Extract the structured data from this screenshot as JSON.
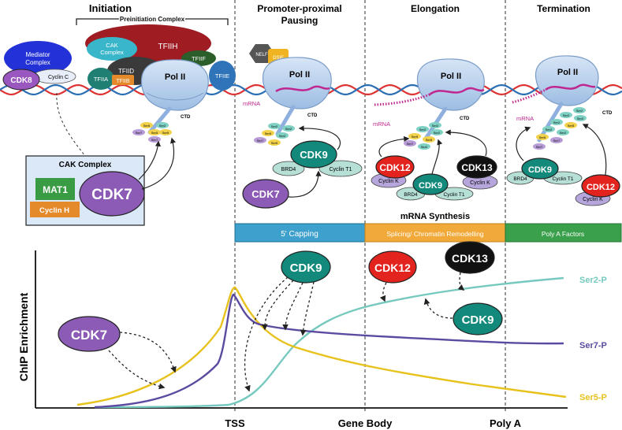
{
  "stages": {
    "initiation": "Initiation",
    "pausing": "Promoter-proximal Pausing",
    "pausing_line1": "Promoter-proximal",
    "pausing_line2": "Pausing",
    "elongation": "Elongation",
    "termination": "Termination"
  },
  "initiation": {
    "pic_label": "Preinitiation Complex",
    "mediator": "Mediator Complex",
    "mediator_line1": "Mediator",
    "mediator_line2": "Complex",
    "cdk8": "CDK8",
    "cyclin_c": "Cyclin C",
    "tfiih": "TFIIH",
    "cak_small": "CAK Complex",
    "cak_small_line1": "CAK",
    "cak_small_line2": "Complex",
    "tfiif": "TFIIF",
    "tfiid": "TFIID",
    "tfiia": "TFIIA",
    "tfiib": "TFIIB",
    "tfiie": "TFIIE",
    "pol": "Pol II",
    "ctd": "CTD",
    "cak_box_title": "CAK Complex",
    "mat1": "MAT1",
    "cyclin_h": "Cyclin H",
    "cdk7": "CDK7"
  },
  "pausing": {
    "nelf": "NELF",
    "dsif": "DSIF",
    "pol": "Pol II",
    "mrna": "mRNA",
    "ctd": "CTD",
    "cdk9": "CDK9",
    "brd4": "BRD4",
    "cyclin_t1": "Cyclin T1",
    "cdk7": "CDK7"
  },
  "elongation": {
    "pol": "Pol II",
    "mrna": "mRNA",
    "ctd": "CTD",
    "cdk12": "CDK12",
    "cyclin_k": "Cyclin K",
    "cdk13": "CDK13",
    "cyclin_k2": "Cyclin K",
    "cdk9": "CDK9",
    "brd4": "BRD4",
    "cyclin_t1": "Cyclin T1"
  },
  "termination": {
    "pol": "Pol II",
    "mrna": "mRNA",
    "ctd": "CTD",
    "cdk9": "CDK9",
    "brd4": "BRD4",
    "cyclin_t1": "Cyclin T1",
    "cdk12": "CDK12",
    "cyclin_k": "Cyclin K"
  },
  "ser_labels": {
    "ser2": "Ser2",
    "ser5": "Ser5",
    "ser7": "Ser7"
  },
  "mrna_synthesis": {
    "title": "mRNA Synthesis",
    "capping": "5' Capping",
    "splicing": "Splicing/ Chromatin Remodelling",
    "polya": "Poly A Factors"
  },
  "plot": {
    "ylabel": "ChIP Enrichment",
    "xticks": [
      "TSS",
      "Gene Body",
      "Poly A"
    ],
    "cdk7": "CDK7",
    "cdk9": "CDK9",
    "cdk12": "CDK12",
    "cdk13": "CDK13",
    "cdk9_late": "CDK9",
    "series": [
      {
        "name": "Ser2-P",
        "color": "#76c9bf"
      },
      {
        "name": "Ser7-P",
        "color": "#5b4aa0"
      },
      {
        "name": "Ser5-P",
        "color": "#e8c21c"
      }
    ]
  },
  "colors": {
    "cdk7": "#8b5bb5",
    "cdk9": "#12897b",
    "cdk12": "#e3231e",
    "cdk13": "#111111",
    "capping": "#3ea0cc",
    "splicing": "#f1a93a",
    "polya": "#3aa04b"
  }
}
